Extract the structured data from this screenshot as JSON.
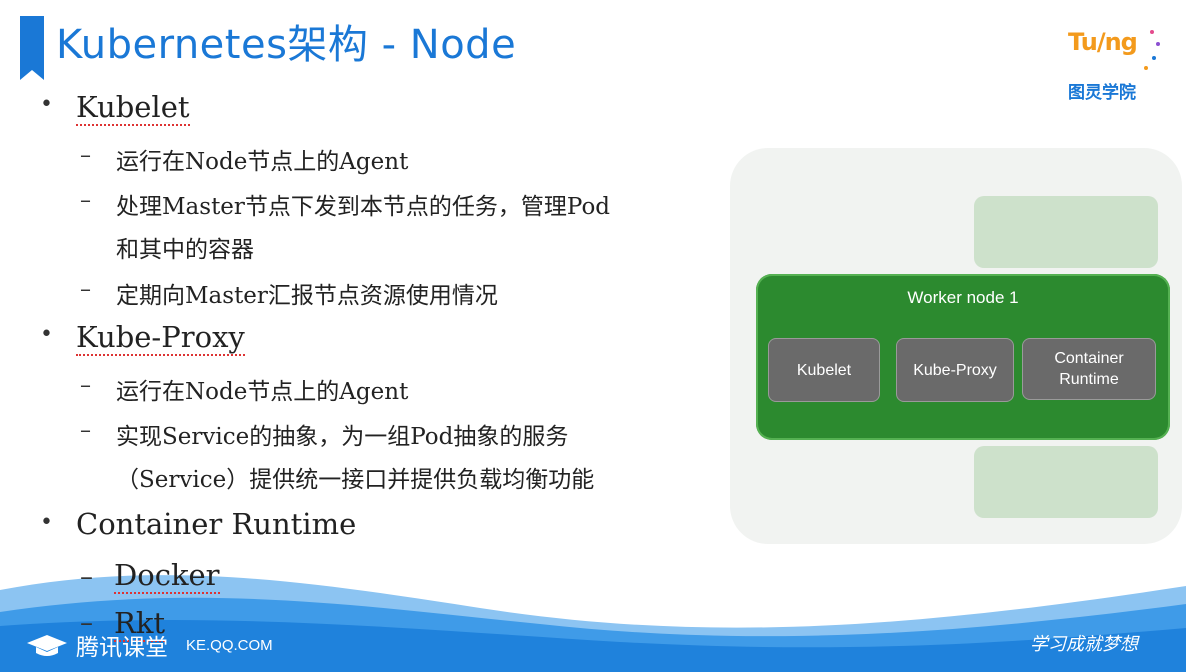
{
  "title": "Kubernetes架构 - Node",
  "logo": {
    "text": "Tu/ng",
    "subtitle": "图灵学院"
  },
  "bullets": [
    {
      "label": "Kubelet",
      "items": [
        [
          "运行在Node节点上的Agent"
        ],
        [
          "处理Master节点下发到本节点的任务，管理Pod",
          "和其中的容器"
        ],
        [
          "定期向Master汇报节点资源使用情况"
        ]
      ]
    },
    {
      "label": "Kube-Proxy",
      "items": [
        [
          "运行在Node节点上的Agent"
        ],
        [
          "实现Service的抽象，为一组Pod抽象的服务",
          "（Service）提供统一接口并提供负载均衡功能"
        ]
      ]
    },
    {
      "label": "Container Runtime",
      "items": [
        [
          "Docker"
        ],
        [
          "Rkt"
        ]
      ]
    }
  ],
  "diagram": {
    "worker_label": "Worker node 1",
    "components": [
      "Kubelet",
      "Kube-Proxy",
      "Container Runtime"
    ]
  },
  "footer": {
    "brand": "腾讯课堂",
    "url": "KE.QQ.COM",
    "signature": "学习成就梦想"
  },
  "colors": {
    "accent": "#1a78d6",
    "worker_green": "#2c8a2f",
    "logo_orange": "#f39a1c"
  }
}
